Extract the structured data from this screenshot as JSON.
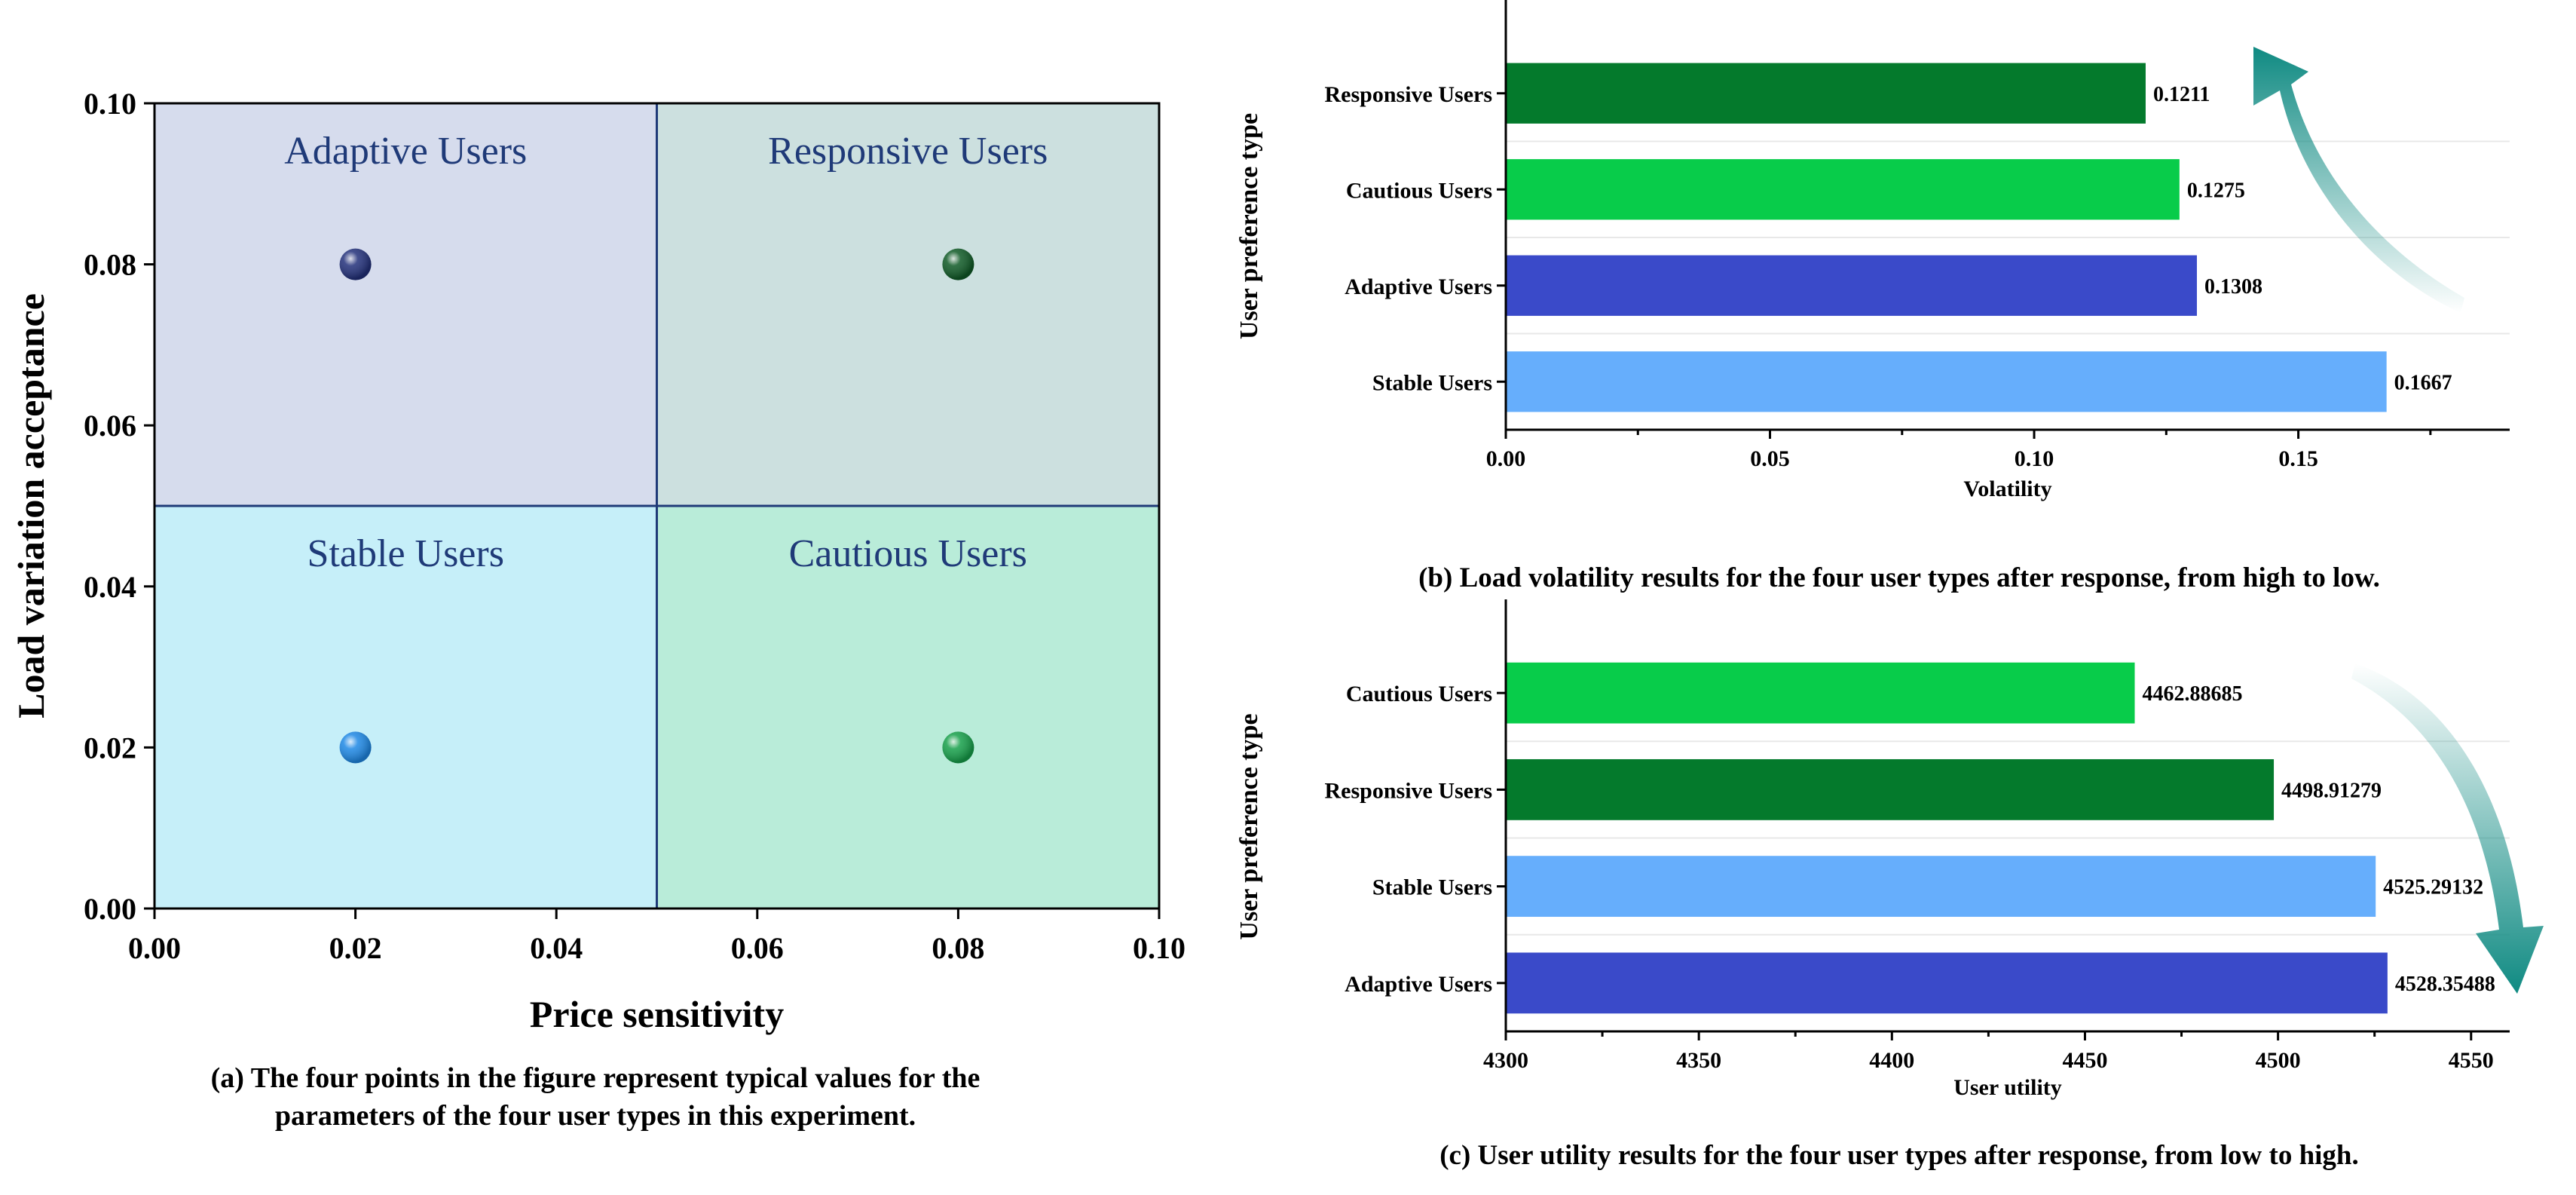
{
  "chart_data": [
    {
      "id": "a",
      "type": "scatter",
      "xlabel": "Price sensitivity",
      "ylabel": "Load variation acceptance",
      "xlim": [
        0,
        0.1
      ],
      "ylim": [
        0,
        0.1
      ],
      "x_ticks": [
        "0.00",
        "0.02",
        "0.04",
        "0.06",
        "0.08",
        "0.10"
      ],
      "y_ticks": [
        "0.00",
        "0.02",
        "0.04",
        "0.06",
        "0.08",
        "0.10"
      ],
      "quadrant_split": {
        "x": 0.05,
        "y": 0.05
      },
      "quadrants": [
        {
          "name": "Adaptive Users",
          "color": "#d6dced"
        },
        {
          "name": "Responsive Users",
          "color": "#cce0df"
        },
        {
          "name": "Stable Users",
          "color": "#c6eff9"
        },
        {
          "name": "Cautious Users",
          "color": "#b9ecd9"
        }
      ],
      "points": [
        {
          "name": "Adaptive Users",
          "x": 0.02,
          "y": 0.08,
          "color": "#22307a"
        },
        {
          "name": "Responsive Users",
          "x": 0.08,
          "y": 0.08,
          "color": "#0f5a26"
        },
        {
          "name": "Stable Users",
          "x": 0.02,
          "y": 0.02,
          "color": "#1e88e5"
        },
        {
          "name": "Cautious Users",
          "x": 0.08,
          "y": 0.02,
          "color": "#16a04a"
        }
      ],
      "caption_lines": [
        "(a) The four points in the figure represent typical values for the",
        "parameters of the four user types in this experiment."
      ],
      "grid": false
    },
    {
      "id": "b",
      "type": "bar",
      "orientation": "horizontal",
      "xlabel": "Volatility",
      "ylabel": "User preference type",
      "xlim": [
        0,
        0.19
      ],
      "x_ticks": [
        0,
        0.05,
        0.1,
        0.15
      ],
      "x_tick_labels": [
        "0.00",
        "0.05",
        "0.10",
        "0.15"
      ],
      "categories": [
        "Responsive Users",
        "Cautious Users",
        "Adaptive Users",
        "Stable Users"
      ],
      "values": [
        0.1211,
        0.1275,
        0.1308,
        0.1667
      ],
      "value_labels": [
        "0.1211",
        "0.1275",
        "0.1308",
        "0.1667"
      ],
      "colors": [
        "#047a2c",
        "#08cc4a",
        "#3a4ac9",
        "#66aefc"
      ],
      "arrow_direction": "up",
      "arrow_color": "#0f8a82",
      "caption": "(b) Load volatility results for the four user types after response, from high to low.",
      "grid": true
    },
    {
      "id": "c",
      "type": "bar",
      "orientation": "horizontal",
      "xlabel": "User utility",
      "ylabel": "User preference type",
      "xlim": [
        4300,
        4560
      ],
      "x_ticks": [
        4300,
        4350,
        4400,
        4450,
        4500,
        4550
      ],
      "x_tick_labels": [
        "4300",
        "4350",
        "4400",
        "4450",
        "4500",
        "4550"
      ],
      "categories": [
        "Cautious Users",
        "Responsive Users",
        "Stable Users",
        "Adaptive Users"
      ],
      "values": [
        4462.88685,
        4498.91279,
        4525.29132,
        4528.35488
      ],
      "value_labels": [
        "4462.88685",
        "4498.91279",
        "4525.29132",
        "4528.35488"
      ],
      "colors": [
        "#08cc4a",
        "#047a2c",
        "#66aefc",
        "#3a4ac9"
      ],
      "arrow_direction": "down",
      "arrow_color": "#0f8a82",
      "caption": "(c) User utility results for the four user  types after response, from low to high.",
      "grid": true
    }
  ]
}
